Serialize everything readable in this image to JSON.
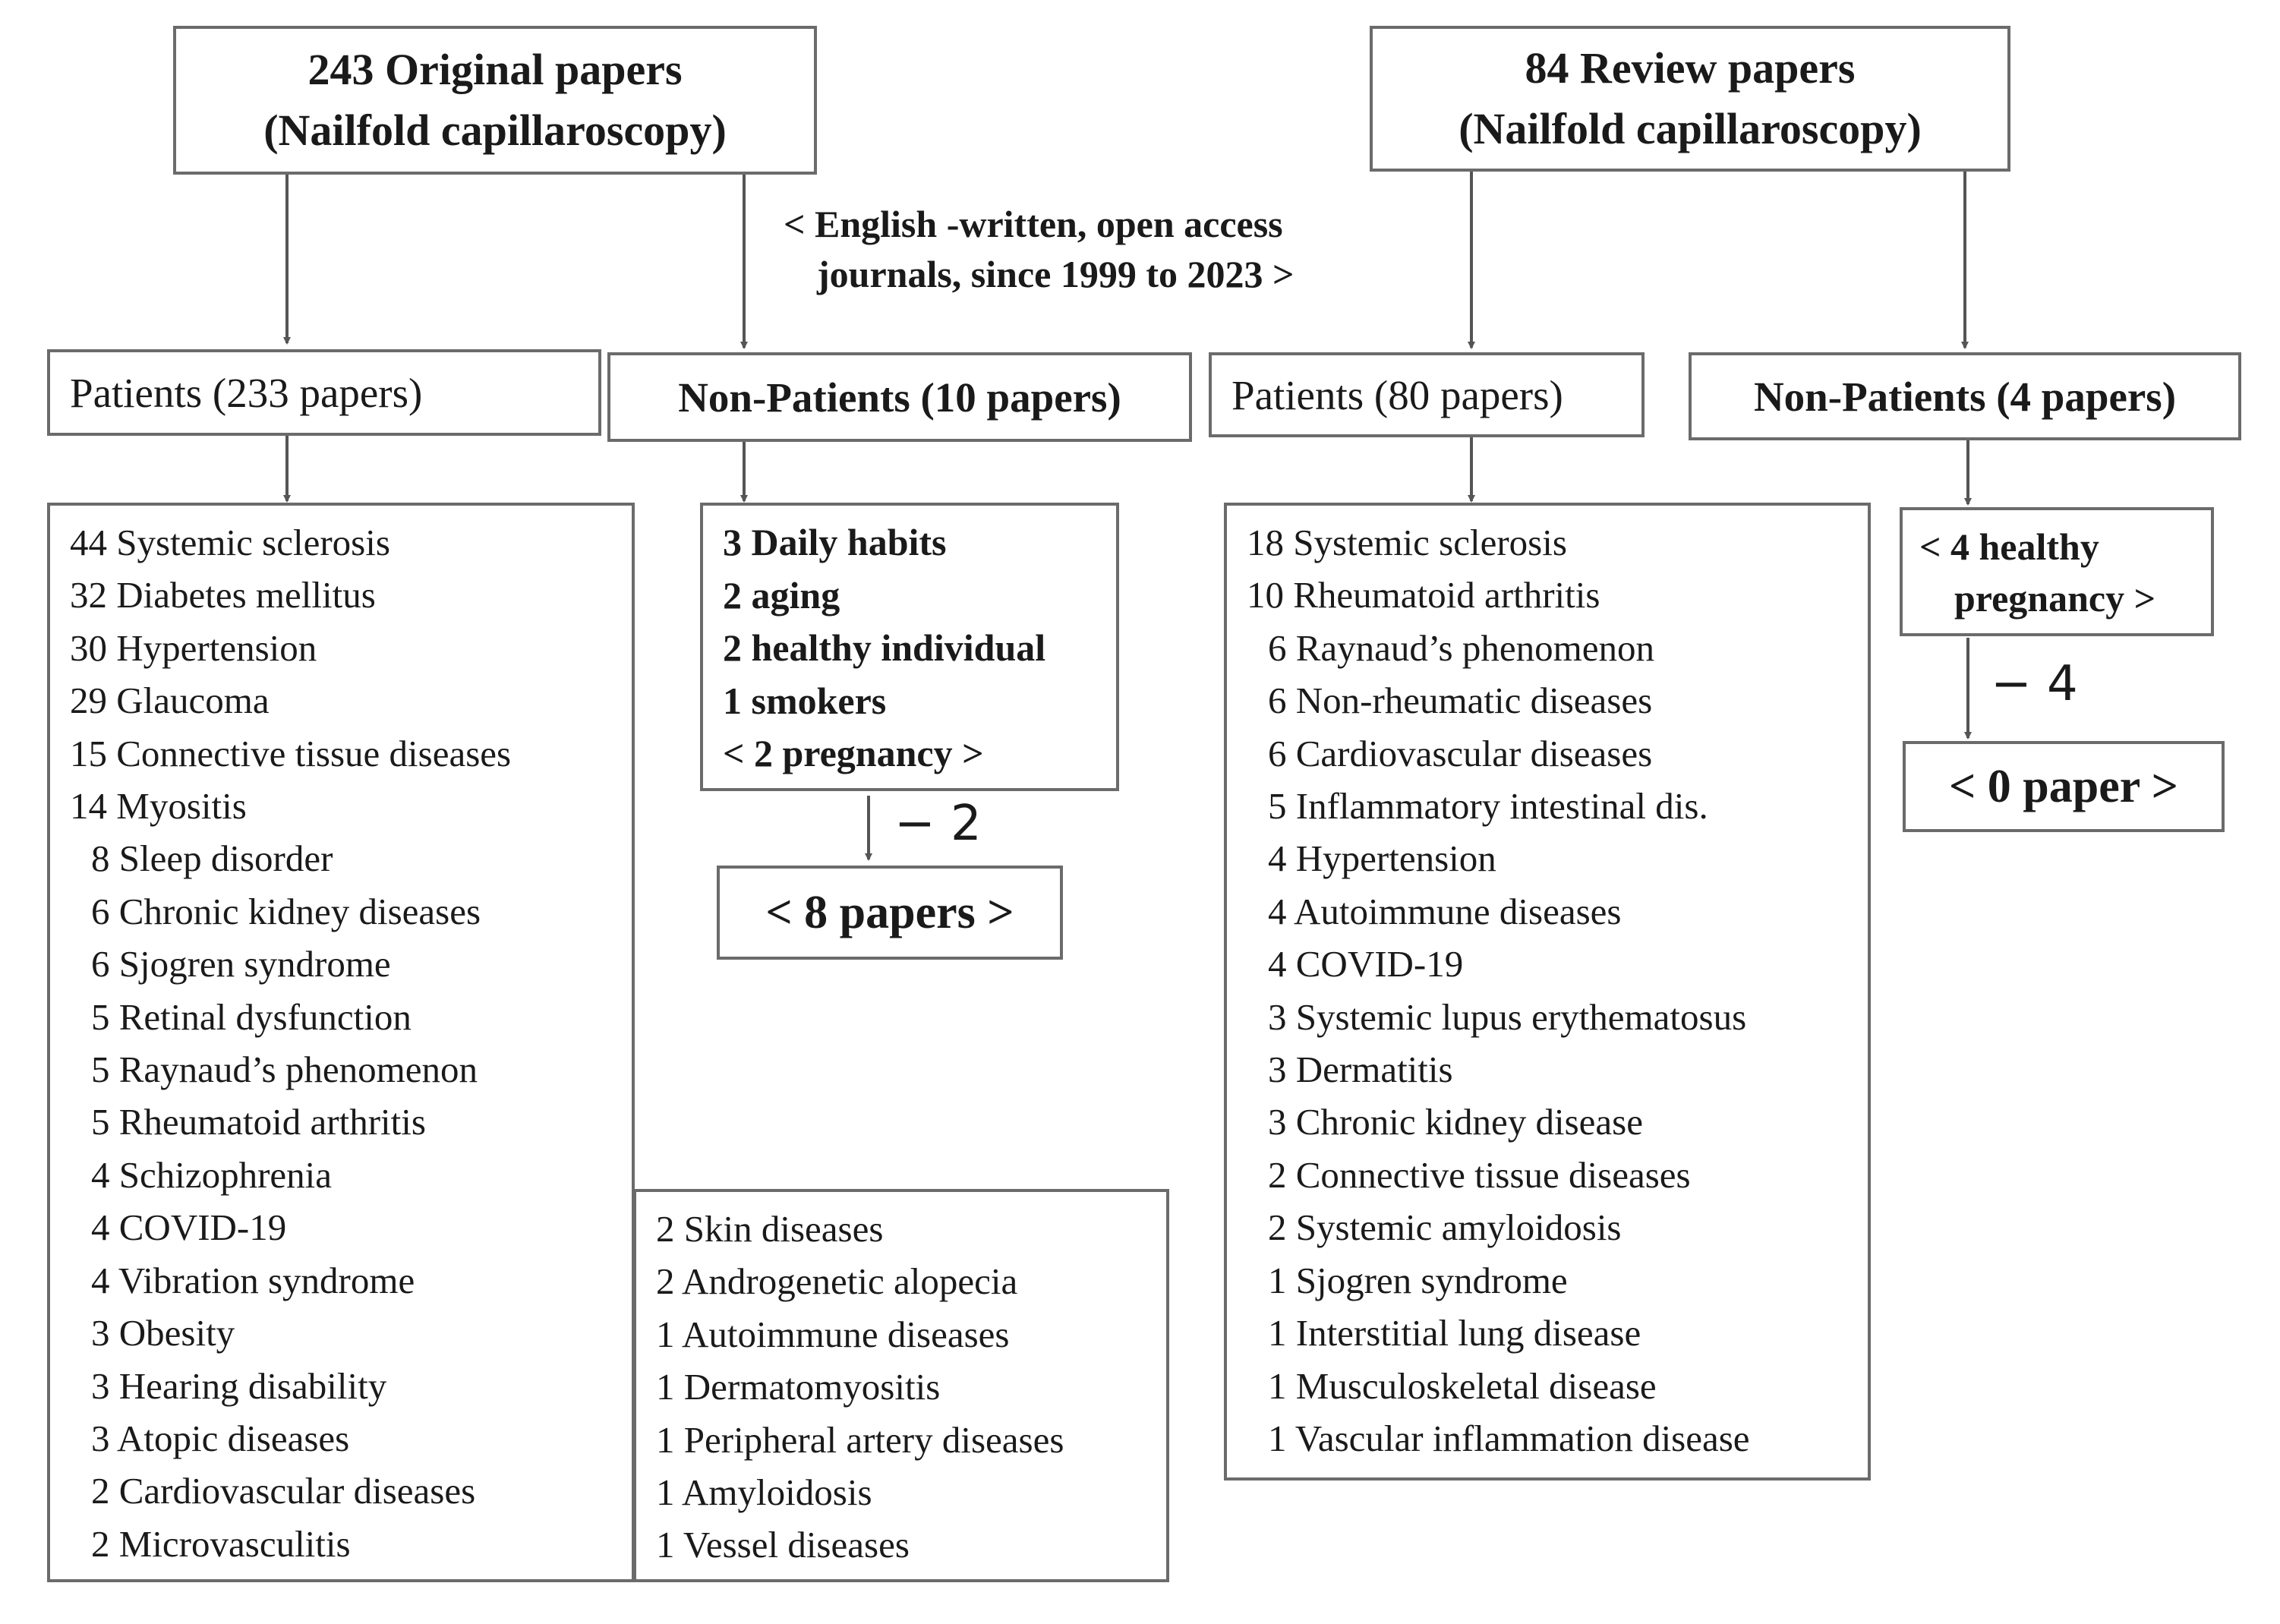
{
  "original": {
    "title_line1": "243 Original papers",
    "title_line2": "(Nailfold capillaroscopy)",
    "patients_label": "Patients (233 papers)",
    "nonpatients_label": "Non-Patients (10 papers)",
    "patient_list_a": [
      "44 Systemic sclerosis",
      "32 Diabetes mellitus",
      "30 Hypertension",
      "29 Glaucoma",
      "15 Connective tissue diseases",
      "14 Myositis",
      "8 Sleep disorder",
      "6 Chronic kidney diseases",
      "6 Sjogren syndrome",
      "5 Retinal dysfunction",
      "5 Raynaud’s phenomenon",
      "5 Rheumatoid arthritis",
      "4 Schizophrenia",
      "4 COVID-19",
      "4 Vibration syndrome",
      "3 Obesity",
      "3 Hearing disability",
      "3 Atopic diseases",
      "2 Cardiovascular diseases",
      "2 Microvasculitis"
    ],
    "patient_list_b": [
      "2 Skin diseases",
      "2 Androgenetic alopecia",
      "1 Autoimmune diseases",
      "1 Dermatomyositis",
      "1 Peripheral artery diseases",
      "1 Amyloidosis",
      "1 Vessel diseases"
    ],
    "nonpatient_list": [
      "3 Daily habits",
      "2 aging",
      "2 healthy individual",
      "1 smokers",
      "< 2 pregnancy >"
    ],
    "minus": "− 2",
    "result": "< 8 papers >"
  },
  "criteria_line1": "< English -written, open access",
  "criteria_line2": "journals, since 1999 to 2023 >",
  "review": {
    "title_line1": "84 Review papers",
    "title_line2": "(Nailfold capillaroscopy)",
    "patients_label": "Patients (80 papers)",
    "nonpatients_label": "Non-Patients (4 papers)",
    "patient_list": [
      "18 Systemic sclerosis",
      "10 Rheumatoid arthritis",
      "6 Raynaud’s phenomenon",
      "6 Non-rheumatic diseases",
      "6 Cardiovascular diseases",
      "5 Inflammatory intestinal dis.",
      "4 Hypertension",
      "4 Autoimmune diseases",
      "4 COVID-19",
      "3 Systemic lupus erythematosus",
      "3 Dermatitis",
      "3 Chronic kidney disease",
      "2 Connective tissue diseases",
      "2 Systemic amyloidosis",
      "1 Sjogren syndrome",
      "1 Interstitial lung disease",
      "1 Musculoskeletal disease",
      "1 Vascular inflammation disease"
    ],
    "nonpatient_line1": "< 4 healthy",
    "nonpatient_line2": "pregnancy >",
    "minus": "− 4",
    "result": "< 0 paper >"
  }
}
